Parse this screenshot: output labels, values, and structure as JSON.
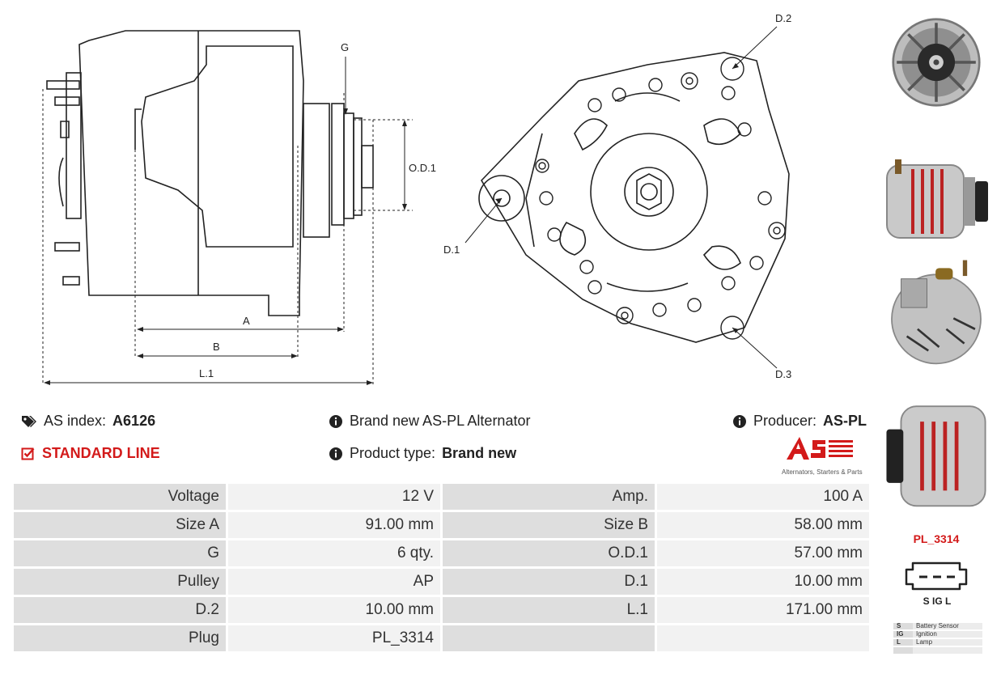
{
  "drawing": {
    "side_labels": {
      "g": "G",
      "od1": "O.D.1",
      "a": "A",
      "b": "B",
      "l1": "L.1"
    },
    "front_labels": {
      "d1": "D.1",
      "d2": "D.2",
      "d3": "D.3"
    }
  },
  "info": {
    "index_label": "AS index:",
    "index_value": "A6126",
    "line_label": "STANDARD LINE",
    "description": "Brand new AS-PL Alternator",
    "product_type_label": "Product type:",
    "product_type_value": "Brand new",
    "producer_label": "Producer:",
    "producer_value": "AS-PL"
  },
  "logo": {
    "mark": "AS",
    "tagline": "Alternators, Starters & Parts",
    "color": "#d31a1a"
  },
  "specs": [
    [
      "Voltage",
      "12 V",
      "Amp.",
      "100 A"
    ],
    [
      "Size A",
      "91.00 mm",
      "Size B",
      "58.00 mm"
    ],
    [
      "G",
      "6 qty.",
      "O.D.1",
      "57.00 mm"
    ],
    [
      "Pulley",
      "AP",
      "D.1",
      "10.00 mm"
    ],
    [
      "D.2",
      "10.00 mm",
      "L.1",
      "171.00 mm"
    ],
    [
      "Plug",
      "PL_3314",
      "",
      ""
    ]
  ],
  "plug": {
    "name": "PL_3314",
    "pins": "S IG L",
    "legend": [
      {
        "key": "S",
        "value": "Battery Sensor"
      },
      {
        "key": "IG",
        "value": "Ignition"
      },
      {
        "key": "L",
        "value": "Lamp"
      },
      {
        "key": "",
        "value": ""
      }
    ]
  },
  "colors": {
    "accent_red": "#d31a1a",
    "label_cell": "#dedede",
    "value_cell": "#f2f2f2"
  },
  "icons": [
    "tags-icon",
    "info-icon",
    "checkbox-icon"
  ]
}
